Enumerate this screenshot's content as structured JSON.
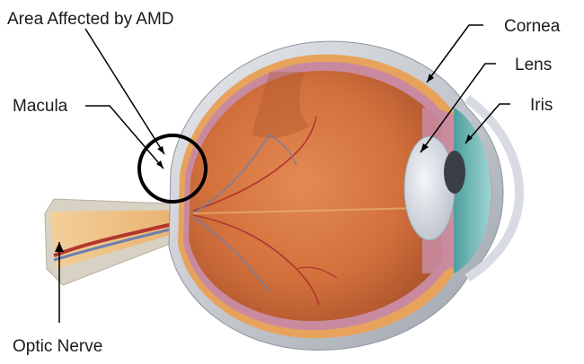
{
  "labels": {
    "amd": "Area Affected by AMD",
    "macula": "Macula",
    "optic_nerve": "Optic Nerve",
    "cornea": "Cornea",
    "lens": "Lens",
    "iris": "Iris"
  },
  "colors": {
    "sclera": "#c9cdd3",
    "choroid": "#e7a35c",
    "retina_pink": "#c98aa0",
    "vitreous": "#d0703e",
    "vessel_red": "#b2362f",
    "vessel_blue": "#6d7fb0",
    "iris_teal": "#6fb7b6",
    "lens_gray": "#dfe3ea",
    "callout": "#000000"
  }
}
